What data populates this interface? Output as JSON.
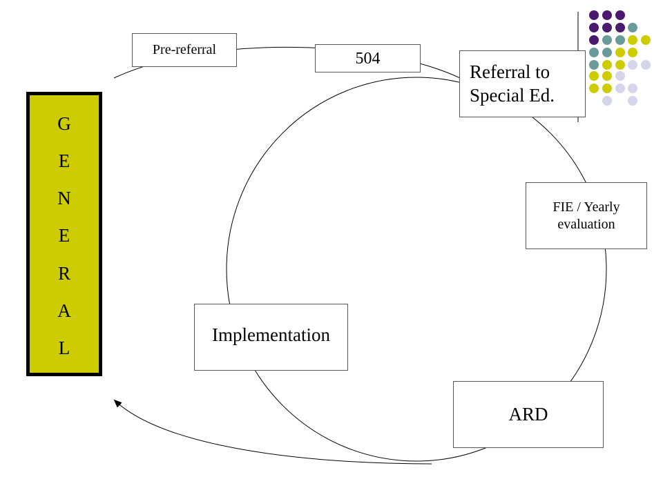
{
  "sidebar": {
    "letters": [
      "G",
      "E",
      "N",
      "E",
      "R",
      "A",
      "L"
    ],
    "fill_color": "#cccc00"
  },
  "steps": {
    "prereferral": "Pre-referral",
    "section504": "504",
    "referral_line1": "Referral to",
    "referral_line2": "Special Ed.",
    "evaluation_line1": "FIE / Yearly",
    "evaluation_line2": "evaluation",
    "ard": "ARD",
    "implementation": "Implementation"
  },
  "decoration": {
    "dot_colors": {
      "purple": "#4b1a6e",
      "teal": "#6b9a9a",
      "olive": "#cccc00",
      "lavender": "#d4d4ea"
    }
  }
}
